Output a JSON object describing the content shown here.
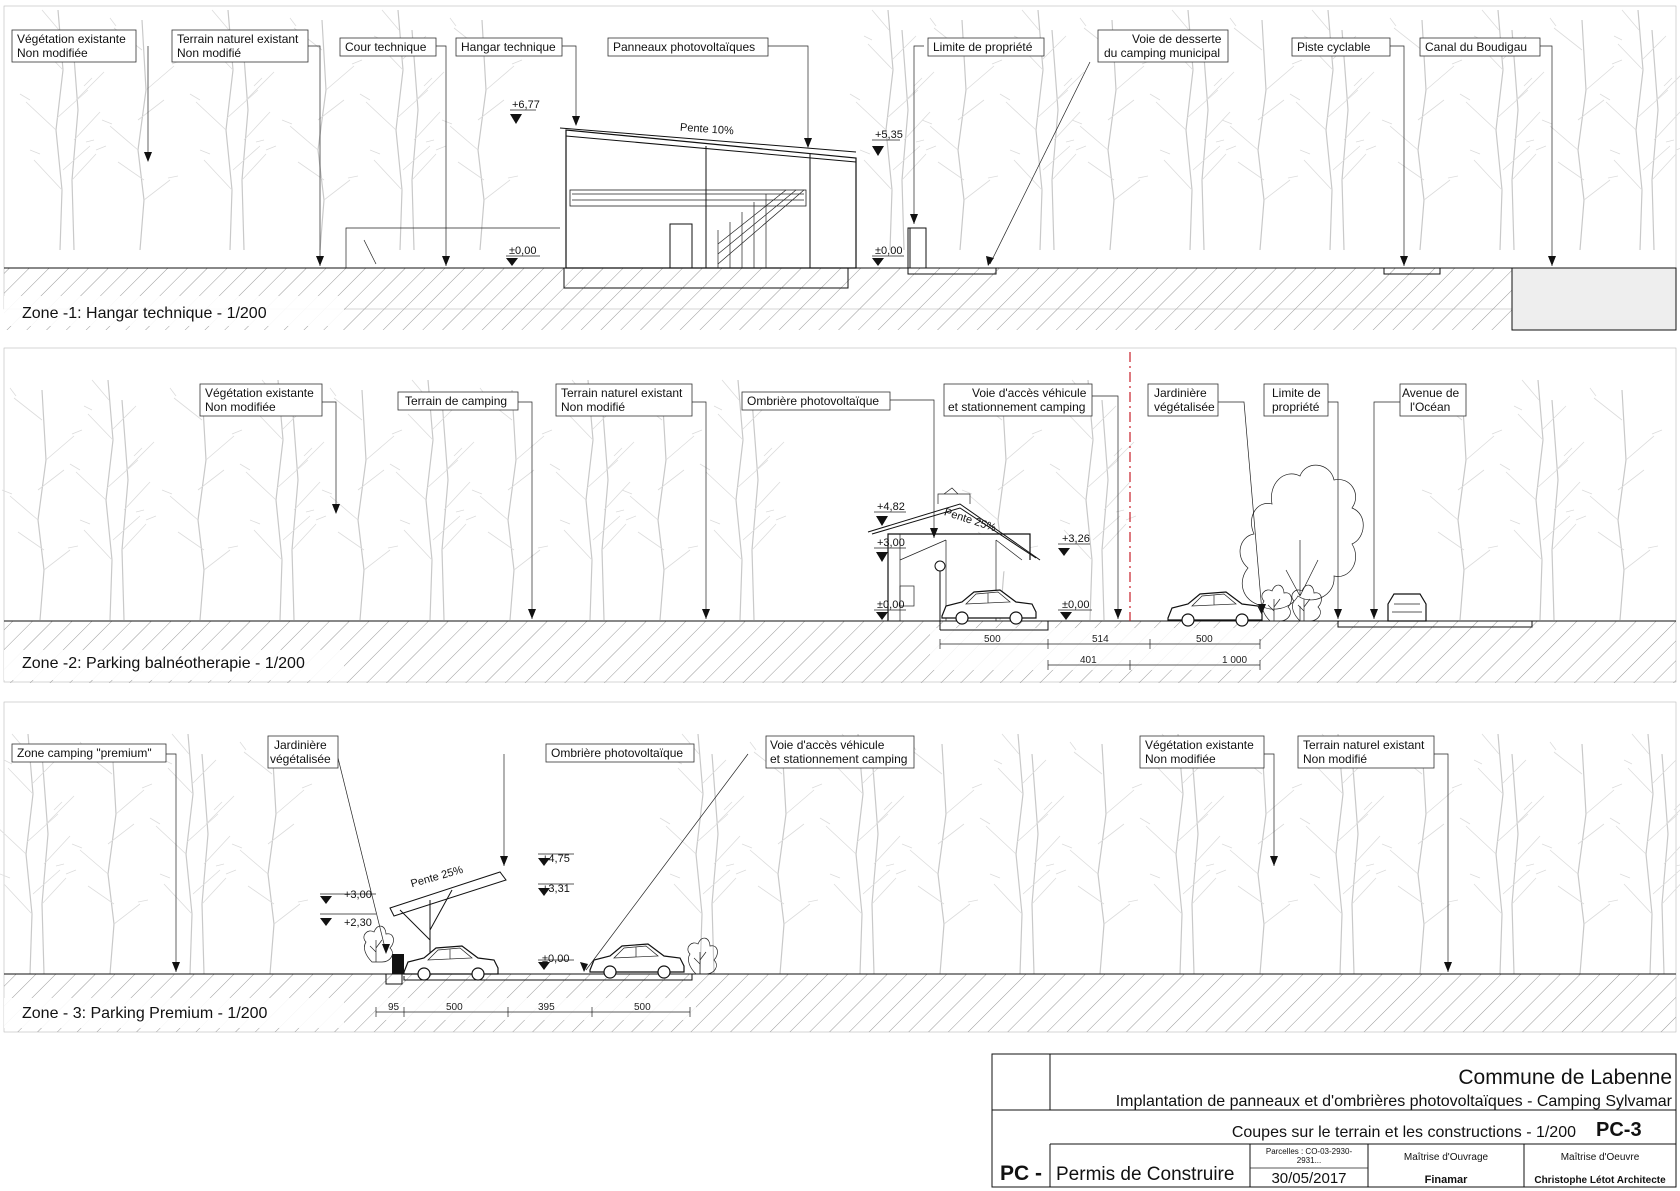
{
  "zones": [
    {
      "title": "Zone -1: Hangar technique - 1/200",
      "labels": [
        "Végétation existante\nNon modifiée",
        "Terrain naturel existant\nNon modifié",
        "Cour technique",
        "Hangar technique",
        "Panneaux photovoltaïques",
        "Limite de propriété",
        "Voie de desserte\ndu camping municipal",
        "Piste cyclable",
        "Canal du Boudigau"
      ],
      "levels": [
        "+6,77",
        "+5,35",
        "±0,00",
        "±0,00"
      ],
      "slope": "Pente 10%",
      "dims": []
    },
    {
      "title": "Zone -2: Parking balnéotherapie - 1/200",
      "labels": [
        "Végétation existante\nNon modifiée",
        "Terrain de camping",
        "Terrain naturel existant\nNon modifié",
        "Ombrière photovoltaïque",
        "Voie d'accès véhicule\net stationnement camping",
        "Jardinière\nvégétalisée",
        "Limite de\npropriété",
        "Avenue de\nl'Océan"
      ],
      "levels": [
        "+4,82",
        "+3,26",
        "+3,00",
        "±0,00",
        "±0,00"
      ],
      "slope": "Pente 25%",
      "dims": [
        "500",
        "514",
        "500",
        "401",
        "1 000"
      ]
    },
    {
      "title": "Zone - 3: Parking Premium  - 1/200",
      "labels": [
        "Zone camping \"premium\"",
        "Jardinière\nvégétalisée",
        "Ombrière photovoltaïque",
        "Voie d'accès véhicule\net stationnement camping",
        "Végétation existante\nNon modifiée",
        "Terrain naturel existant\nNon modifié"
      ],
      "levels": [
        "+3,00",
        "+2,30",
        "+4,75",
        "+3,31",
        "±0,00"
      ],
      "slope": "Pente 25%",
      "dims": [
        "95",
        "500",
        "395",
        "500"
      ]
    }
  ],
  "titleblock": {
    "commune": "Commune de Labenne",
    "project": "Implantation de panneaux et d'ombrières photovoltaïques - Camping Sylvamar",
    "drawing": "Coupes sur le terrain et les constructions - 1/200",
    "number": "PC-3",
    "pc": "PC -",
    "permit": "Permis de Construire",
    "parcels": "Parcelles : CO-03-2930-\n2931...",
    "date": "30/05/2017",
    "mo_label": "Maîtrise d'Ouvrage",
    "mo_value": "Finamar",
    "moe_label": "Maîtrise d'Oeuvre",
    "moe_value": "Christophe Létot Architecte"
  }
}
